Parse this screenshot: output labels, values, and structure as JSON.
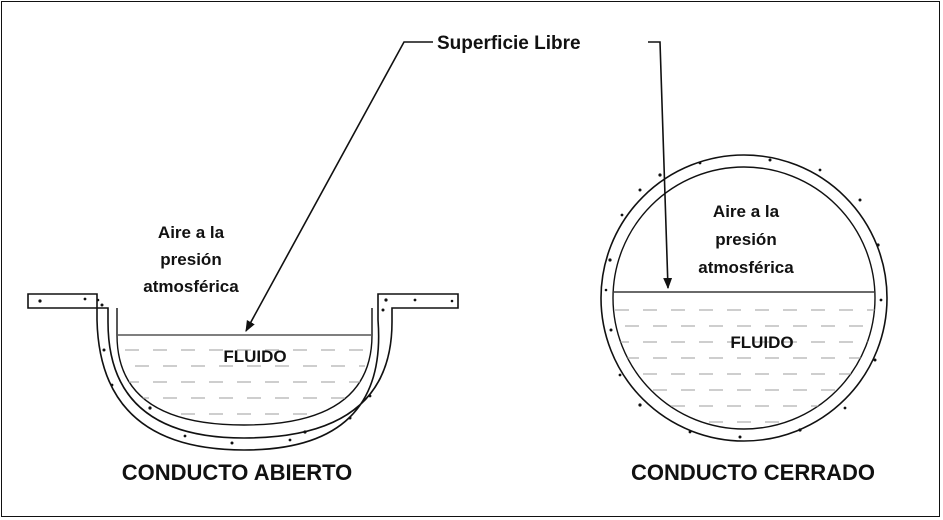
{
  "labels": {
    "free_surface": "Superficie Libre",
    "open_air": [
      "Aire a la",
      "presión",
      "atmosférica"
    ],
    "open_fluid": "FLUIDO",
    "open_title": "CONDUCTO ABIERTO",
    "closed_air": [
      "Aire a la",
      "presión",
      "atmosférica"
    ],
    "closed_fluid": "FLUIDO",
    "closed_title": "CONDUCTO CERRADO"
  },
  "colors": {
    "line": "#111111",
    "dash": "#b0b0b0",
    "background": "#ffffff"
  }
}
